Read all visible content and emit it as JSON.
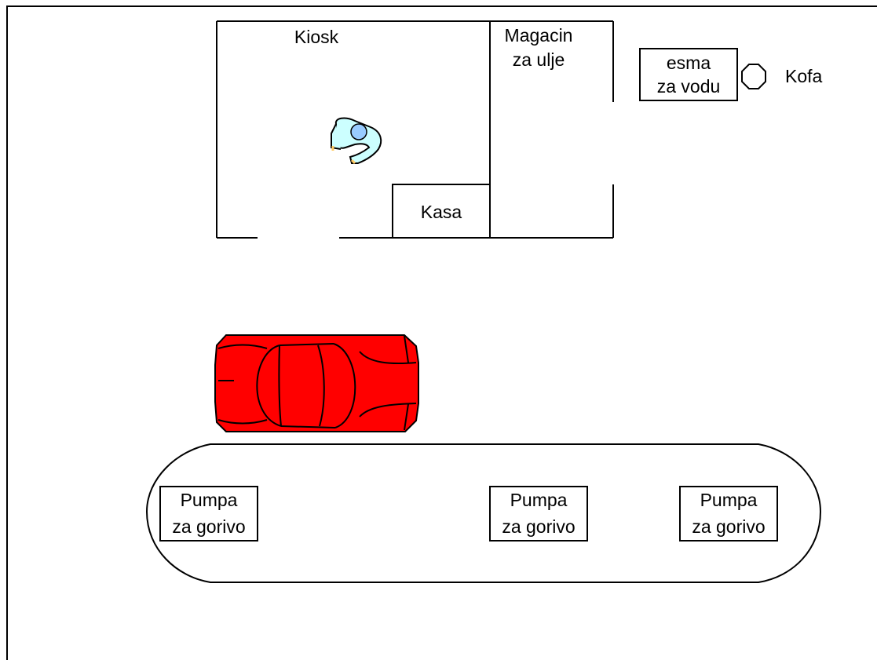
{
  "labels": {
    "kiosk": "Kiosk",
    "magacin_line1": "Magacin",
    "magacin_line2": "za ulje",
    "esma_line1": "esma",
    "esma_line2": "za vodu",
    "kofa": "Kofa",
    "kasa": "Kasa",
    "pumps": [
      {
        "line1": "Pumpa",
        "line2": "za gorivo"
      },
      {
        "line1": "Pumpa",
        "line2": "za gorivo"
      },
      {
        "line1": "Pumpa",
        "line2": "za gorivo"
      }
    ]
  },
  "colors": {
    "car": "#ff0000",
    "worker_body": "#ccffff",
    "worker_head": "#99ccff",
    "worker_accent": "#ffcc66"
  },
  "icons": {
    "car": "car-top-view-icon",
    "worker": "person-top-view-icon",
    "bucket": "octagon-bucket-icon"
  }
}
